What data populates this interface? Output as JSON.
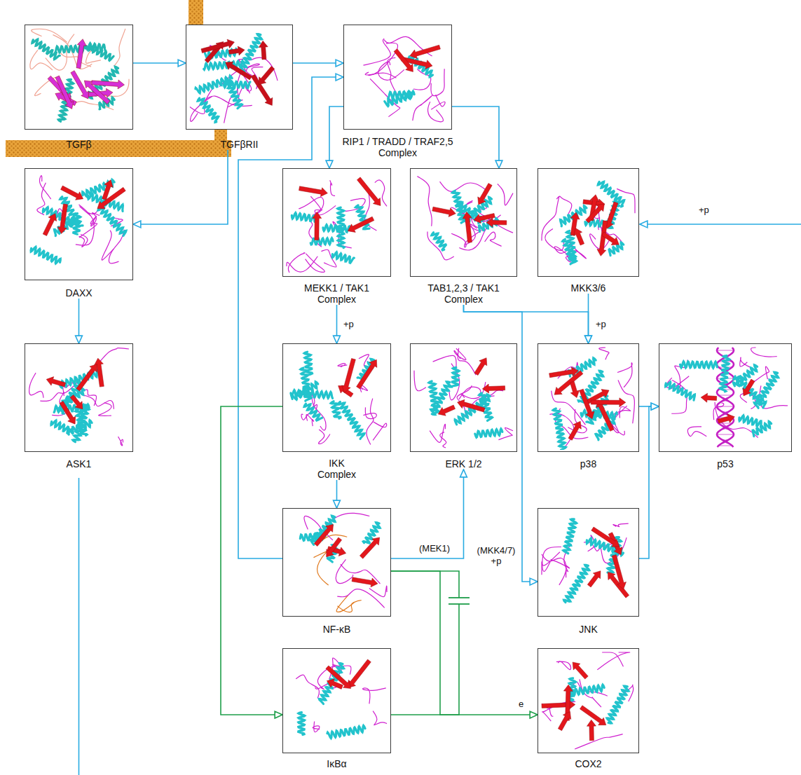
{
  "diagram": {
    "nodes": [
      {
        "text": [
          "TGFβ"
        ]
      },
      {
        "text": [
          "TGFβRII"
        ]
      },
      {
        "text": [
          "RIP1 / TRADD / TRAF2,5 Complex"
        ]
      },
      {
        "text": [
          "DAXX"
        ]
      },
      {
        "text": [
          "MEKK1 / TAK1 Complex"
        ]
      },
      {
        "text": [
          "TAB1,2,3 / TAK1 Complex"
        ]
      },
      {
        "text": [
          "MKK3/6"
        ]
      },
      {
        "text": [
          "ASK1"
        ]
      },
      {
        "text": [
          "IKK Complex"
        ]
      },
      {
        "text": [
          "ERK 1/2"
        ]
      },
      {
        "text": [
          "p38"
        ]
      },
      {
        "text": [
          "p53"
        ]
      },
      {
        "text": [
          "NF-κB"
        ]
      },
      {
        "text": [
          "JNK"
        ]
      },
      {
        "text": [
          "IκBα"
        ]
      },
      {
        "text": [
          "COX2"
        ]
      }
    ],
    "edges": [
      {
        "from": 0,
        "to": 1,
        "arrow": "to"
      },
      {
        "from": 1,
        "to": 2,
        "arrow": "to"
      },
      {
        "from": 1,
        "to": 3,
        "arrow": "to"
      },
      {
        "from": 2,
        "to": 4,
        "arrow": "to"
      },
      {
        "from": 2,
        "to": 5,
        "arrow": "to"
      },
      {
        "from": 12,
        "to": 2,
        "arrow": "to"
      },
      {
        "from": 3,
        "to": 7,
        "arrow": "to"
      },
      {
        "from": 4,
        "to": 8,
        "label": "+p",
        "arrow": "to"
      },
      {
        "from": 5,
        "to": 10,
        "arrow": "to"
      },
      {
        "from": 5,
        "to": 13,
        "label": "(MKK4/7) +p",
        "arrow": "to"
      },
      {
        "from": 6,
        "to": 10,
        "label": "+p",
        "arrow": "to"
      },
      {
        "from": 8,
        "to": 12,
        "arrow": "to"
      },
      {
        "from": 8,
        "to": 14,
        "arrow": "to"
      },
      {
        "from": 12,
        "to": 9,
        "label": "(MEK1)",
        "arrow": "to"
      },
      {
        "from": 14,
        "to": 12,
        "arrow": "none"
      },
      {
        "from": 12,
        "to": 15,
        "label": "e",
        "arrow": "to"
      },
      {
        "from": 10,
        "to": 11,
        "arrow": "to"
      },
      {
        "from": 13,
        "to": 11,
        "arrow": "to"
      }
    ],
    "labels": [
      "+p"
    ]
  }
}
